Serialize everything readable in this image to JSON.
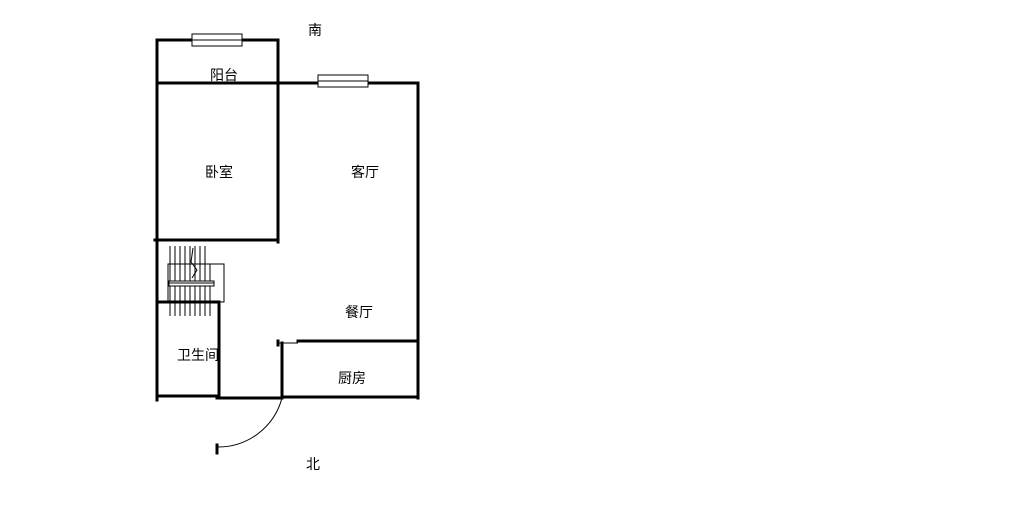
{
  "orientation": {
    "south": "南",
    "north": "北"
  },
  "rooms": {
    "balcony": "阳台",
    "bedroom": "卧室",
    "living_room": "客厅",
    "dining_room": "餐厅",
    "bathroom": "卫生间",
    "kitchen": "厨房"
  },
  "colors": {
    "wall": "#000000",
    "background": "#ffffff"
  }
}
